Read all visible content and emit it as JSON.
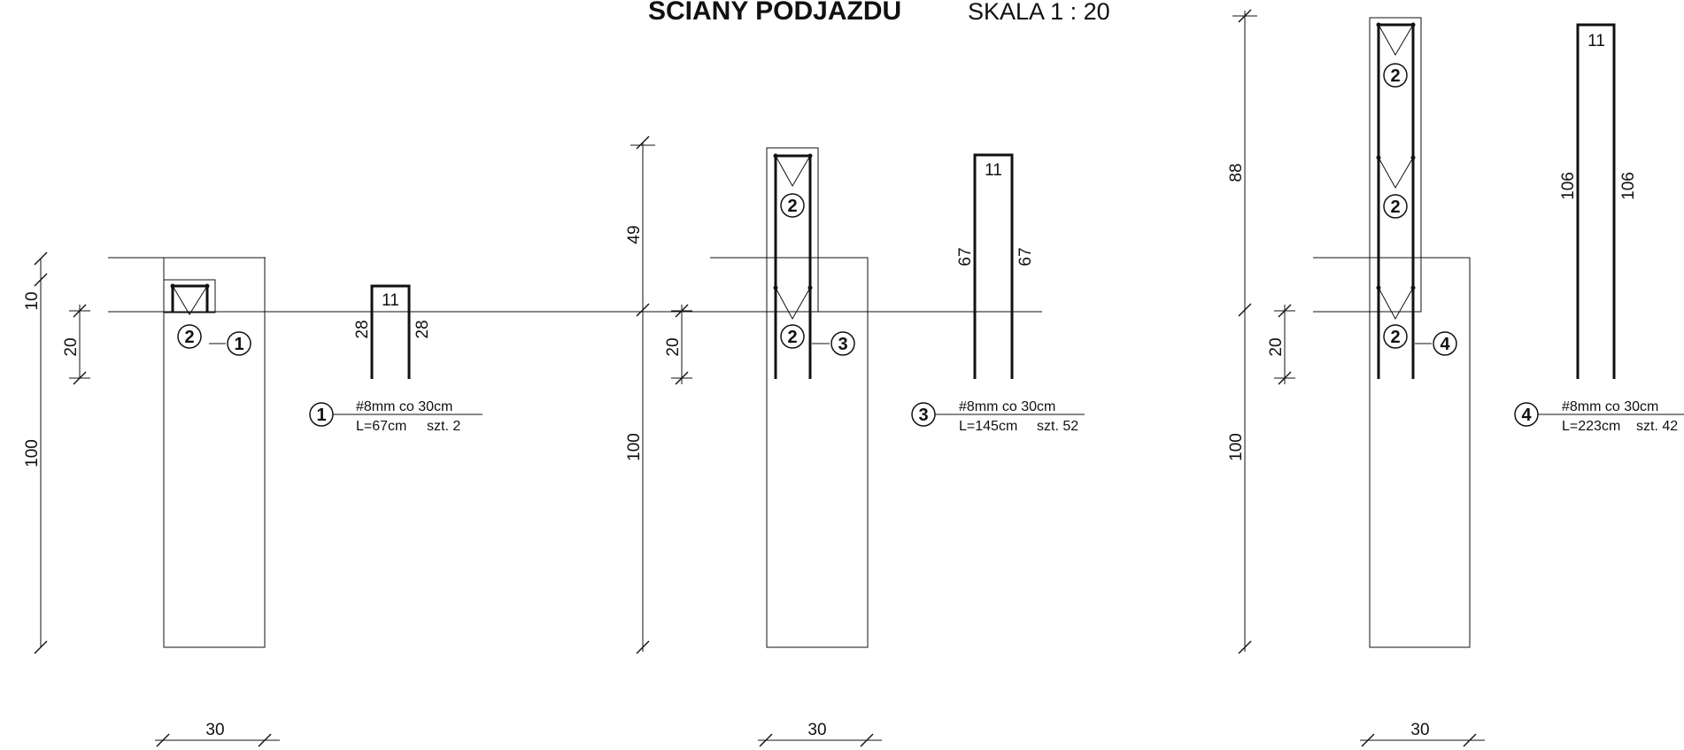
{
  "title": "ŚCIANY PODJAZDU",
  "scale": "SKALA 1 : 20",
  "marks": {
    "two": "2",
    "one": "1",
    "three": "3",
    "four": "4"
  },
  "dims": {
    "d10": "10",
    "d20": "20",
    "d100": "100",
    "d30": "30",
    "d49": "49",
    "d88": "88",
    "d11": "11",
    "d28": "28",
    "d67": "67",
    "d106": "106"
  },
  "bars": {
    "bar1": {
      "spec": "#8mm co 30cm",
      "length": "L=67cm",
      "count": "szt. 2"
    },
    "bar3": {
      "spec": "#8mm co 30cm",
      "length": "L=145cm",
      "count": "szt. 52"
    },
    "bar4": {
      "spec": "#8mm co 30cm",
      "length": "L=223cm",
      "count": "szt. 42"
    }
  }
}
